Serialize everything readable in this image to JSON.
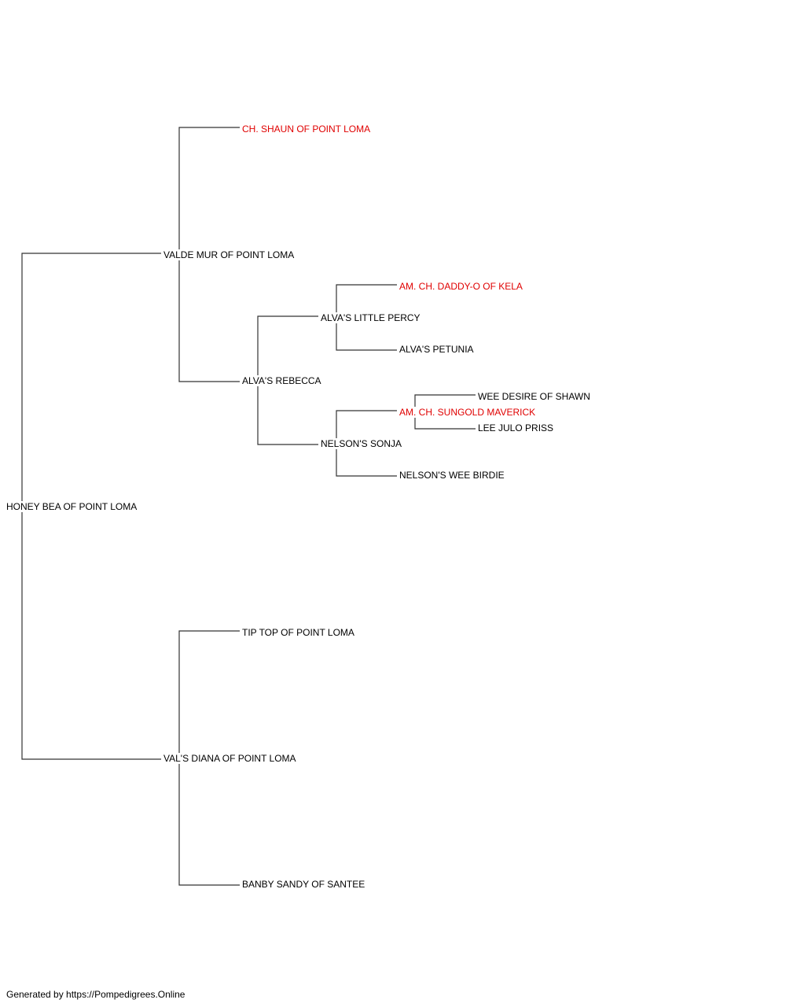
{
  "pedigree": {
    "subject": {
      "name": "HONEY BEA OF POINT LOMA"
    },
    "sire": {
      "name": "VALDE MUR OF POINT LOMA"
    },
    "dam": {
      "name": "VAL'S DIANA OF POINT LOMA"
    },
    "sire_sire": {
      "name": "CH. SHAUN OF POINT LOMA",
      "champion": true
    },
    "sire_dam": {
      "name": "ALVA'S REBECCA"
    },
    "sire_dam_sire": {
      "name": "ALVA'S LITTLE PERCY"
    },
    "sire_dam_sire_sire": {
      "name": "AM. CH. DADDY-O OF KELA",
      "champion": true
    },
    "sire_dam_sire_dam": {
      "name": "ALVA'S PETUNIA"
    },
    "sire_dam_dam": {
      "name": "NELSON'S SONJA"
    },
    "sire_dam_dam_sire": {
      "name": "AM. CH. SUNGOLD MAVERICK",
      "champion": true
    },
    "sire_dam_dam_sire_sire": {
      "name": "WEE DESIRE OF SHAWN"
    },
    "sire_dam_dam_sire_dam": {
      "name": "LEE JULO PRISS"
    },
    "sire_dam_dam_dam": {
      "name": "NELSON'S WEE BIRDIE"
    },
    "dam_sire": {
      "name": "TIP TOP OF POINT LOMA"
    },
    "dam_dam": {
      "name": "BANBY SANDY OF SANTEE"
    }
  },
  "colors": {
    "champion": "#e00000",
    "normal": "#000000",
    "line": "#333333"
  },
  "footer": {
    "text": "Generated by https://Pompedigrees.Online"
  }
}
